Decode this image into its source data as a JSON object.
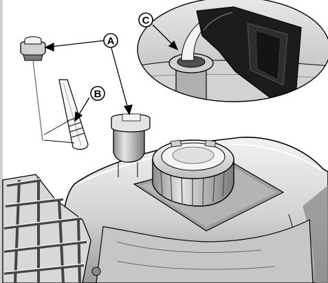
{
  "callouts": {
    "a": "A",
    "b": "B",
    "c": "C"
  },
  "colors": {
    "ink": "#000000",
    "paper": "#ffffff",
    "engine_light": "#e4e4e4",
    "engine_mid": "#bdbdbd",
    "engine_dark": "#6a6a6a",
    "oil_bottle": "#1c1c1c"
  }
}
